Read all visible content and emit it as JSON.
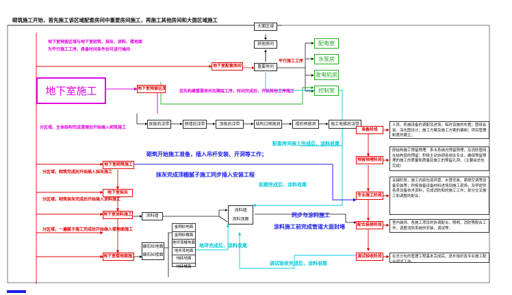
{
  "title": "砌筑施工开始，首先施工该区域配套房间中重要房间施工，再施工其他房间和大面区域施工",
  "top_boxes": {
    "large_area": "大面区域",
    "other_rooms": "其他房间",
    "important_rooms": "重要房间",
    "parallel_label": "平行施工工序"
  },
  "rooms": [
    "配电室",
    "水泵房",
    "发电机房",
    "控制室"
  ],
  "basement": {
    "main": "地下室施工",
    "note_line1": "地下室预留区域与地下室砌筑、抹灰、涂料、楼地面",
    "note_line2": "为平行施工工序，具备时间条件后可进行插间",
    "support_box": "地下室配套房间",
    "reserved_box": "地下室预留区施工"
  },
  "green_note": "优先构建重要房间及隔层工序，时间完成后，开始其他工序施工",
  "process_chain": [
    "底板后浇带",
    "侧墙后浇带",
    "顶板后浇带",
    "结构口预留洞",
    "楼后预留洞",
    "施工电梯后浇带"
  ],
  "cyan_note_top": "配套房间施工完成后，涂料收尾",
  "zone_note": "分区域，主体结构完成清理后开始插入砌筑施工",
  "blue_note1": "砌筑开始施工准备，插入吊杆安装、开洞等工作；",
  "blue_note2": "抹灰完成顶棚腻子施工同步插入安装工程",
  "stages": {
    "masonry": "地下室砌筑施工",
    "plaster": "地下室抹灰",
    "paint": "地下室涂料施工",
    "floor": "地下室楼地面施工",
    "paint_wall": "涂料墙",
    "paint_ceiling": "涂料顶面",
    "fine_stone": "细石砼地面",
    "leveling": "细石砼楼面"
  },
  "zone_notes": [
    "分区域，砌筑完成后开始插入抹灰施工",
    "分区域，砌筑抹灰完成后开始插入涂料施工",
    "分区域，一遍腻子施工完成后开始插入楼地面施工"
  ],
  "cyan_mid_note": "前期完成后，涂料收尾",
  "floor_list": [
    "金刚砂地面",
    "金刚砂楼面",
    "地坪漆楼地面",
    "地坪漆地面",
    "地砖地面",
    "地砖楼面"
  ],
  "floor_note": "地坪完成后，涂料收尾",
  "sync_note1": "同步与涂料施工",
  "sync_note2": "涂料施工前完成管道大面封堵",
  "debug_note": "调试验收完成后，涂料收尾",
  "phases": [
    "准备阶段",
    "预留预埋阶段",
    "专业施工阶段",
    "配合装修阶段",
    "调试验收阶段"
  ],
  "phase_desc": [
    "人员、机械设备的调配及进场；临时设施的布置；图纸会审、深化图设计；施工方案及施工方案的编制；项目管理制度的建立；",
    "即结构施工预留预埋：系水系统内预留预埋，及消防管网在结构层的预留；积极主动协调各相关专业，确保预留预埋的施工的质量和质量及施工的预留孔洞、（主要由总包完成）",
    "关键阶段，施工内容包括风管、水管安装，紧随空调等设备安装等；积极准备设备材料进场到施工现场，及早提供各类设备技术资料，完成消防和的施工工作；部分交叉施工和调整的配合；",
    "室内装饰、各施工项目的协调配合、照明、消防等配合工作，调整消防系统的安装、调试等；",
    "在总分包的管理工程基本完成后，逐步组织各专业施工配合调试工作。"
  ]
}
